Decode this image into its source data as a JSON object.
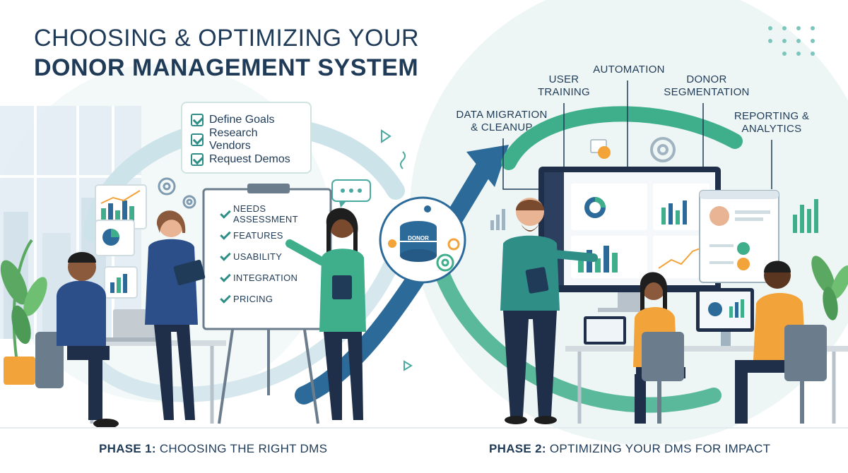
{
  "title": {
    "line1": "CHOOSING & OPTIMIZING YOUR",
    "line2": "DONOR MANAGEMENT SYSTEM"
  },
  "phase1": {
    "goals": [
      "Define Goals",
      "Research Vendors",
      "Request Demos"
    ],
    "board_items": [
      "NEEDS ASSESSMENT",
      "FEATURES",
      "USABILITY",
      "INTEGRATION",
      "PRICING"
    ],
    "label_prefix": "PHASE 1:",
    "label_name": "CHOOSING THE RIGHT DMS"
  },
  "center": {
    "database_label": "DONOR"
  },
  "phase2": {
    "steps": {
      "data_migration": [
        "DATA MIGRATION",
        "& CLEANUP"
      ],
      "user_training": [
        "USER",
        "TRAINING"
      ],
      "automation": [
        "AUTOMATION"
      ],
      "donor_segmentation": [
        "DONOR",
        "SEGMENTATION"
      ],
      "reporting": [
        "REPORTING &",
        "ANALYTICS"
      ]
    },
    "label_prefix": "PHASE 2:",
    "label_name": "OPTIMIZING YOUR DMS FOR IMPACT"
  },
  "colors": {
    "navy": "#1f3b57",
    "teal": "#2f8f86",
    "green": "#3fae8a",
    "blue": "#2c6a9a",
    "light_teal": "#dff0ee",
    "orange": "#f2a33a",
    "plant": "#5aa861"
  }
}
